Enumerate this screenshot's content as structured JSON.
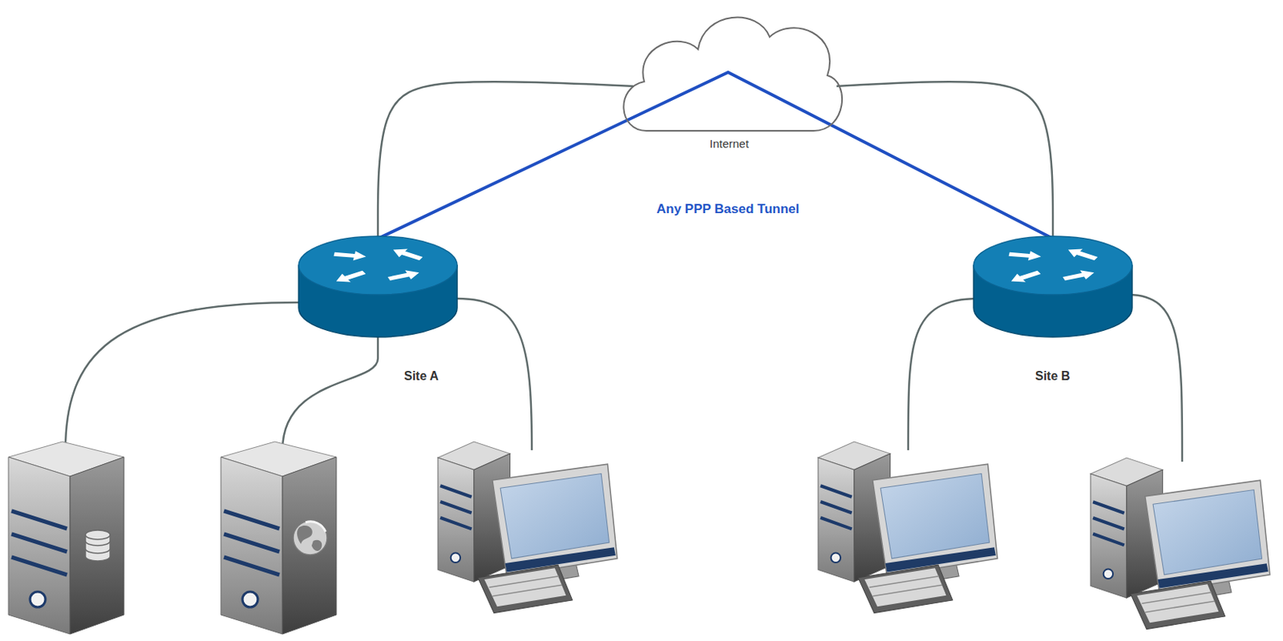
{
  "diagram": {
    "nodes": [
      {
        "text": [
          "Internet"
        ]
      },
      {
        "text": [
          "Site A"
        ]
      },
      {
        "text": [
          "Site B"
        ]
      }
    ],
    "edges": [
      {
        "from": 0,
        "to": 1,
        "arrow": "none"
      },
      {
        "from": 0,
        "to": 2,
        "arrow": "none"
      },
      {
        "from": 1,
        "to": 2,
        "label": "Any PPP Based Tunnel",
        "arrow": "none"
      }
    ]
  }
}
